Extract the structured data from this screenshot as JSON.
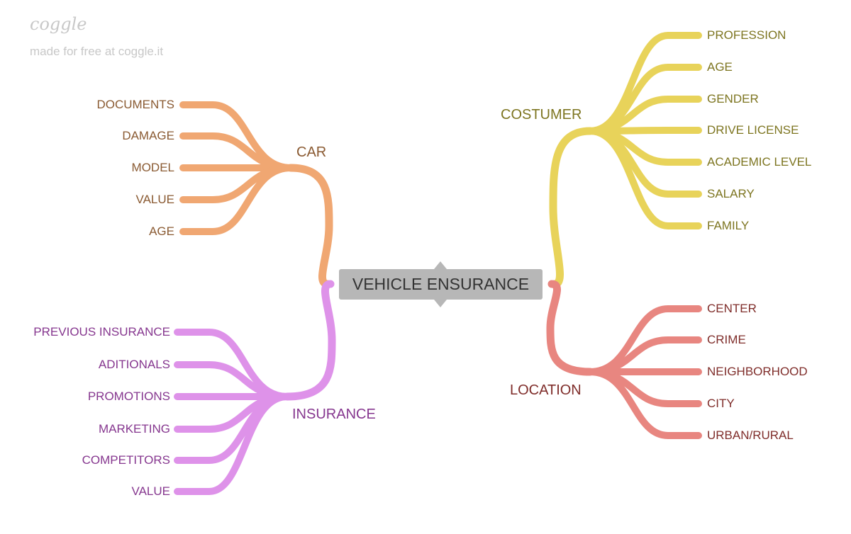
{
  "brand": {
    "logo": "coggle",
    "tagline": "made for free at coggle.it"
  },
  "center": {
    "label": "VEHICLE ENSURANCE"
  },
  "branches": {
    "car": {
      "label": "CAR",
      "color": "#f0a772",
      "text_color": "#8a5a32",
      "leaves": [
        "DOCUMENTS",
        "DAMAGE",
        "MODEL",
        "VALUE",
        "AGE"
      ]
    },
    "insurance": {
      "label": "INSURANCE",
      "color": "#de92e9",
      "text_color": "#86378f",
      "leaves": [
        "PREVIOUS INSURANCE",
        "ADITIONALS",
        "PROMOTIONS",
        "MARKETING",
        "COMPETITORS",
        "VALUE"
      ]
    },
    "costumer": {
      "label": "COSTUMER",
      "color": "#e8d35a",
      "text_color": "#7d7520",
      "leaves": [
        "PROFESSION",
        "AGE",
        "GENDER",
        "DRIVE LICENSE",
        "ACADEMIC LEVEL",
        "SALARY",
        "FAMILY"
      ]
    },
    "location": {
      "label": "LOCATION",
      "color": "#e88680",
      "text_color": "#7f2d2a",
      "leaves": [
        "CENTER",
        "CRIME",
        "NEIGHBORHOOD",
        "CITY",
        "URBAN/RURAL"
      ]
    }
  },
  "center_color": "#b7b7b7"
}
